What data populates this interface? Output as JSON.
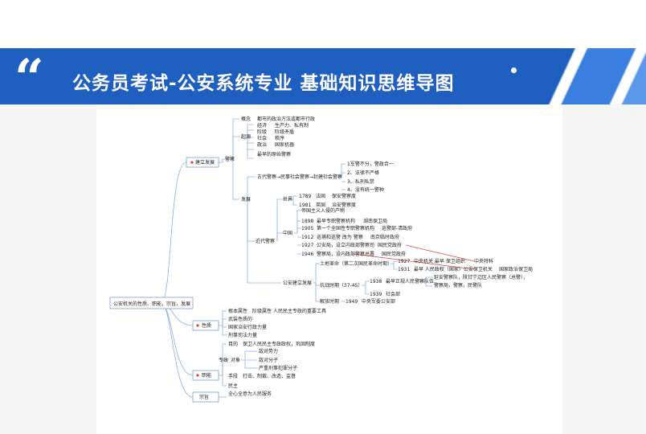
{
  "header": {
    "title": "公务员考试-公安系统专业 基础知识思维导图"
  },
  "colors": {
    "banner": "#1f5fbf",
    "accent": "#3a7fe0",
    "branch_line": "#8ab0e0",
    "highlight_line": "#e04040"
  },
  "mindmap": {
    "root": "公安机关的性质、职能，宗旨，发展",
    "development": {
      "label": "建立发展",
      "police": "警察",
      "concept": {
        "label": "概念",
        "text": "都市的政治方法或都市行政"
      },
      "origin": {
        "label": "起源",
        "items": [
          {
            "k": "经济",
            "v": "生产力、私有制"
          },
          {
            "k": "阶级",
            "v": "阶级矛盾"
          },
          {
            "k": "社会",
            "v": "秩序"
          },
          {
            "k": "政治",
            "v": "国家机器"
          }
        ],
        "note": "最早的原始警察"
      },
      "growth": "发展",
      "ancient": {
        "text": "古代警察→民事社会警察→封建社会警察",
        "items": [
          "1军警不分，警政合一",
          "2、法律不严格",
          "3、私刑私禁",
          "4、没有统一警种"
        ]
      },
      "modern": {
        "label": "近代警察",
        "world": {
          "label": "世界",
          "rows": [
            {
              "year": "1789",
              "a": "法国",
              "b": "保安警察度"
            },
            {
              "year": "1981",
              "a": "英国",
              "b": "治安警察度"
            }
          ]
        },
        "china": {
          "label": "中国",
          "head": "帝国主义入侵的产物",
          "rows": [
            {
              "year": "1898",
              "text": "最早专职警察机构",
              "b": "湖南保卫局"
            },
            {
              "year": "1905",
              "text": "第一个全国性专职警察机构",
              "b": "巡警部-清政府"
            },
            {
              "year": "1912",
              "text": "巡捕和巡警  改为 警察",
              "b": "南京临时政府"
            },
            {
              "year": "1927",
              "text": "公安局，设立内政部警察司",
              "b": "国民党政府"
            },
            {
              "year": "1946",
              "text": "警察局，设内政部警察总署",
              "b": "国民党政府"
            }
          ]
        }
      },
      "public_security": {
        "label": "公安建立发展",
        "land_revolution": {
          "label": "土地革命（第二次国民革命时期）",
          "rows": [
            {
              "year": "1927",
              "text": "中央机关 最早 保卫组织",
              "b": "中央特科"
            },
            {
              "year": "1931",
              "text": "最早 人民政权（国家）公安保卫机关",
              "b": "国家政治保卫局"
            }
          ]
        },
        "anti_japanese": {
          "label": "抗战时期（37-45）",
          "rows": [
            {
              "year": "1938",
              "text": "最早正规人民警察队伍",
              "b": "延安警察队，陕甘宁边区人民警察（总警），"
            },
            {
              "year": "",
              "text": "",
              "b": "警察局，警察，民警队"
            },
            {
              "year": "1939",
              "text": "社会部",
              "b": ""
            }
          ]
        },
        "liberation": {
          "label": "解放时期",
          "year": "1949",
          "text": "中央军委公安部"
        }
      }
    },
    "nature": {
      "label": "性质",
      "items": [
        {
          "k": "根本属性",
          "v": "阶级属性",
          "w": "人民民主专政的重要工具"
        },
        {
          "k": "武装性质的",
          "v": "",
          "w": ""
        },
        {
          "k": "国家治安行政力量",
          "v": "",
          "w": ""
        },
        {
          "k": "刑事司法力量",
          "v": "",
          "w": ""
        }
      ]
    },
    "functions": {
      "label": "职能",
      "purpose": {
        "k": "目的",
        "v": "保卫人民民主专政政权，巩固制度"
      },
      "dictatorship": "专政",
      "object": "对象",
      "targets": [
        "敌对势力",
        "敌对分子",
        "严重刑事犯罪分子"
      ],
      "means": {
        "k": "手段",
        "v": "打击、制裁、改造、监督"
      },
      "democracy": "民主"
    },
    "purpose_branch": {
      "label": "宗旨",
      "text": "全心全意为人民服务"
    }
  }
}
